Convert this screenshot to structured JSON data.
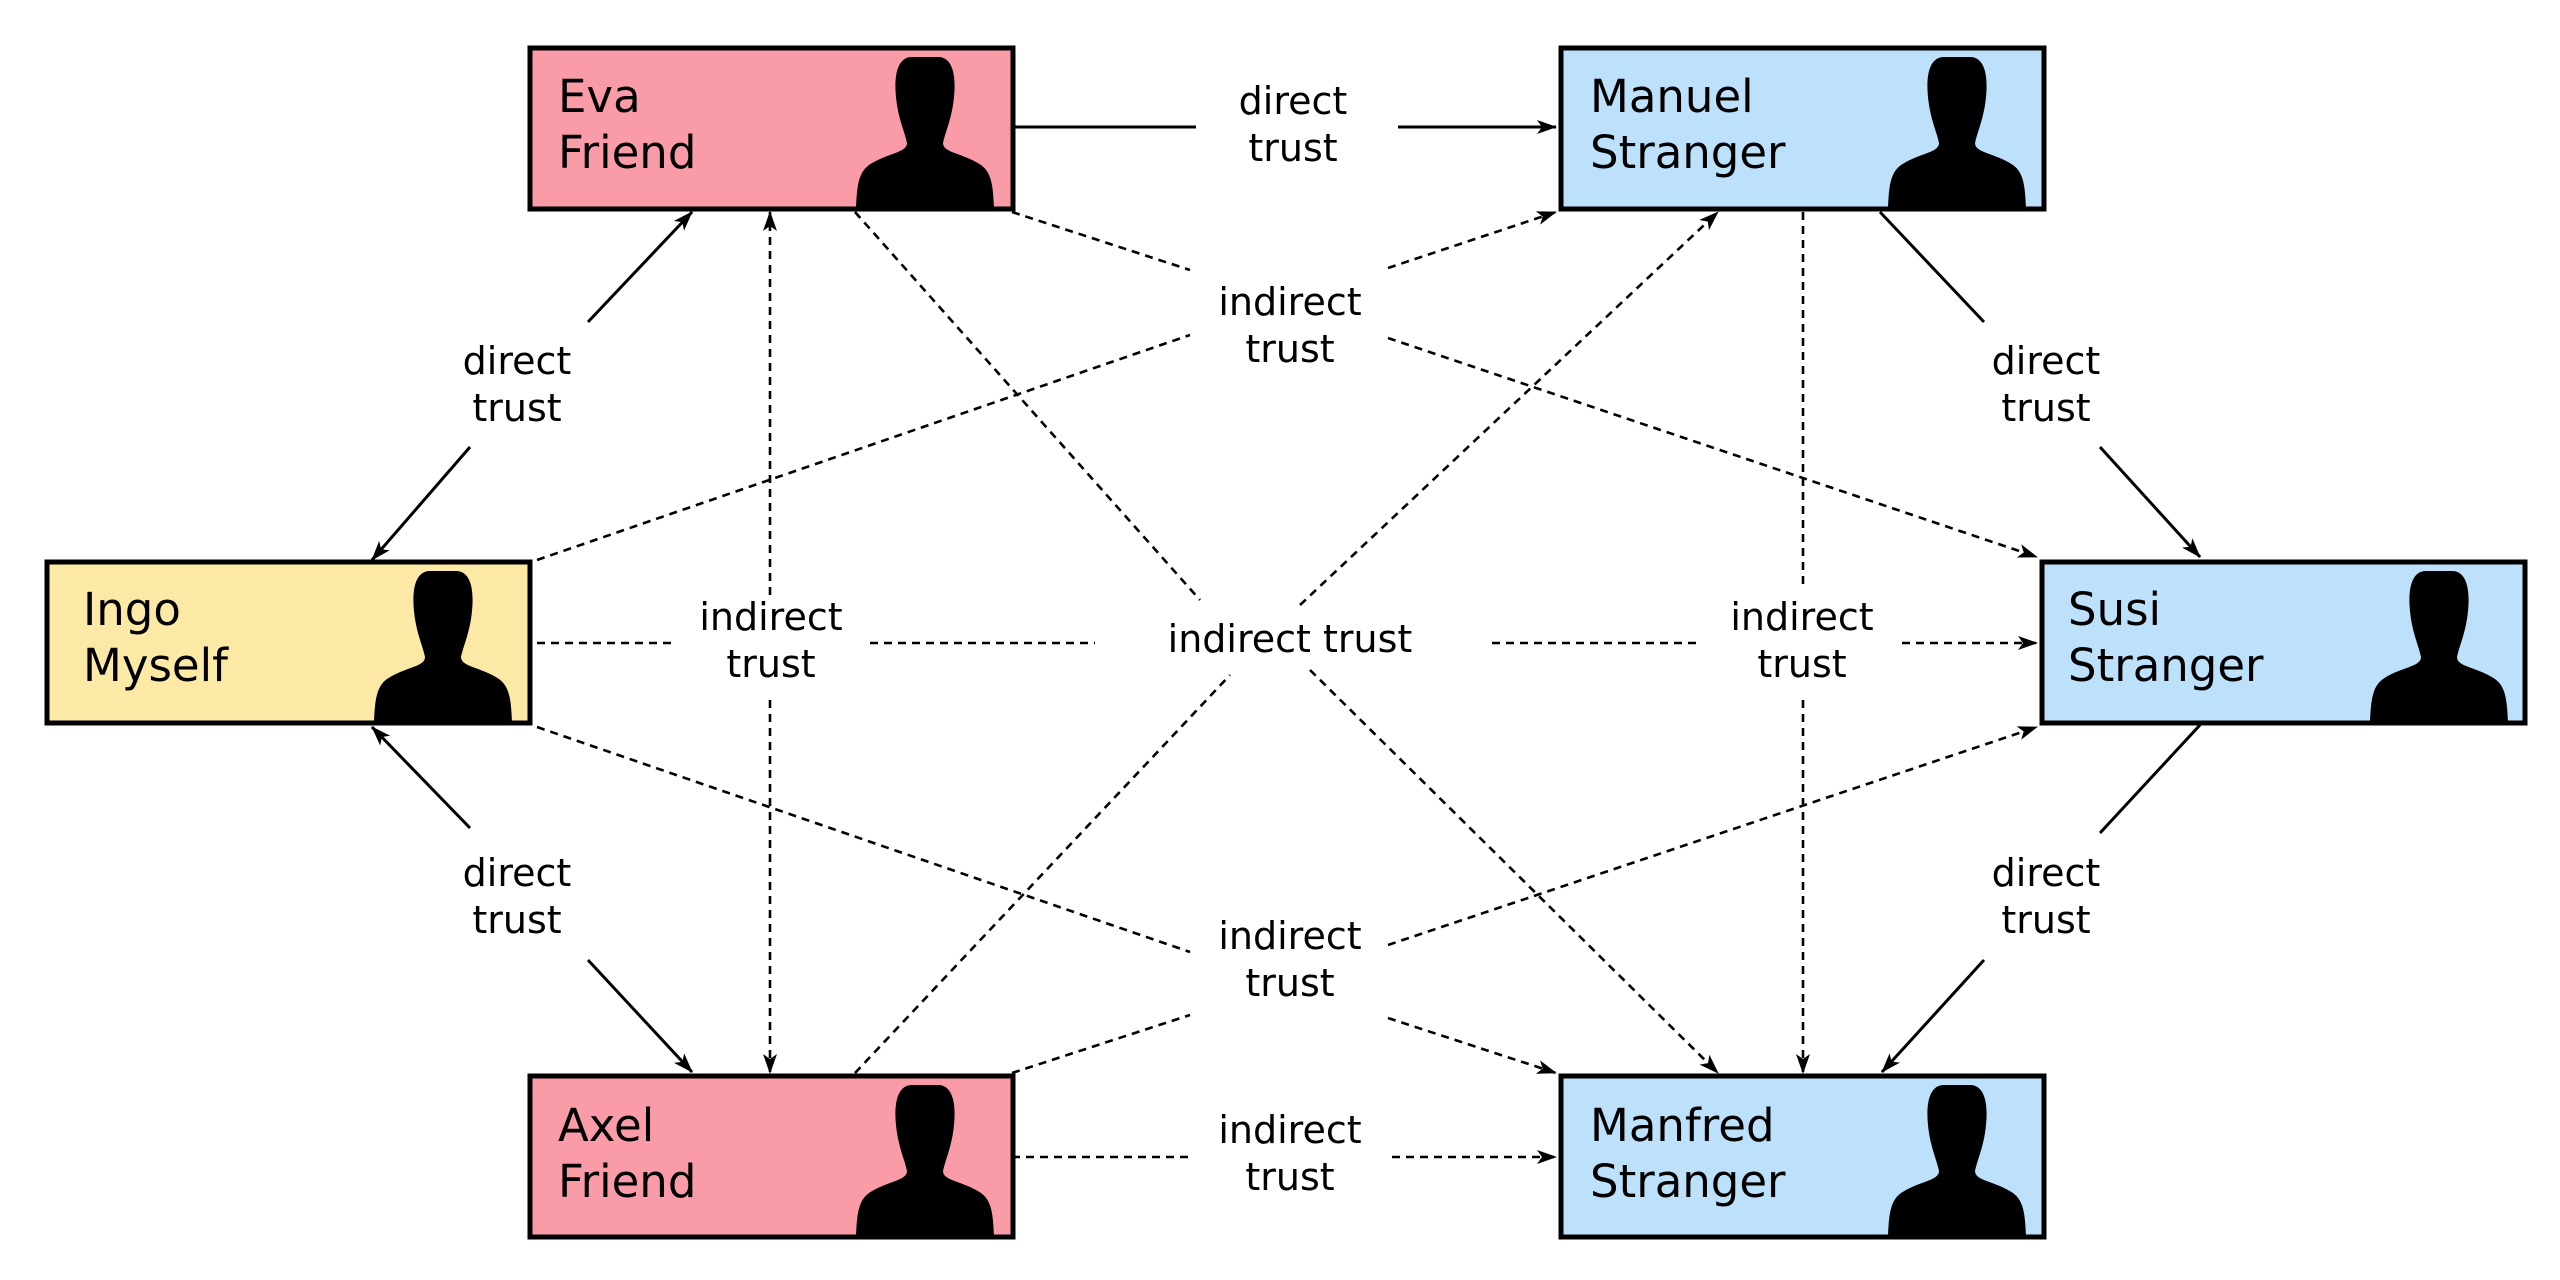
{
  "colors": {
    "self": "#fde9a6",
    "friend": "#fa9ba8",
    "stranger": "#bde0fb",
    "line": "#000000"
  },
  "nodes": {
    "eva": {
      "name": "Eva",
      "role": "Friend",
      "icon": "person-silhouette-icon"
    },
    "manuel": {
      "name": "Manuel",
      "role": "Stranger",
      "icon": "person-silhouette-icon"
    },
    "ingo": {
      "name": "Ingo",
      "role": "Myself",
      "icon": "person-silhouette-icon"
    },
    "susi": {
      "name": "Susi",
      "role": "Stranger",
      "icon": "person-silhouette-icon"
    },
    "axel": {
      "name": "Axel",
      "role": "Friend",
      "icon": "person-silhouette-icon"
    },
    "manfred": {
      "name": "Manfred",
      "role": "Stranger",
      "icon": "person-silhouette-icon"
    }
  },
  "labels": {
    "direct": [
      "direct",
      "trust"
    ],
    "indirect": [
      "indirect",
      "trust"
    ],
    "indirect_single": "indirect trust"
  }
}
